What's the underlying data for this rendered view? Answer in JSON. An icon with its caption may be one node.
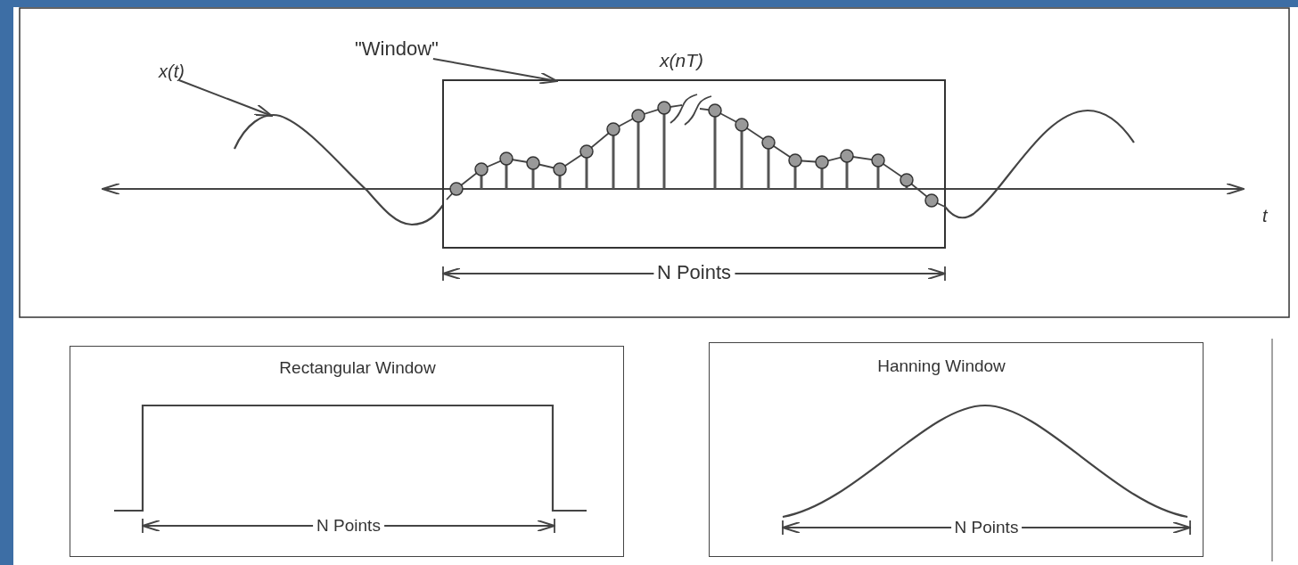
{
  "diagram": {
    "nodes": [
      {
        "text": [
          "x(t)"
        ]
      },
      {
        "text": [],
        "shape": "picture"
      },
      {
        "text": [
          "\"Window\""
        ]
      },
      {
        "text": [],
        "shape": "box",
        "beside": [
          "x(nT)"
        ]
      },
      {
        "text": [
          "Rectangular Window"
        ]
      },
      {
        "text": [
          "Hanning Window"
        ]
      }
    ],
    "edges": [
      {
        "from": 0,
        "to": 1,
        "arrow": "to"
      },
      {
        "from": 2,
        "to": 3,
        "arrow": "to"
      }
    ],
    "labels": [
      "t",
      "N Points",
      "N Points",
      "N Points"
    ]
  }
}
